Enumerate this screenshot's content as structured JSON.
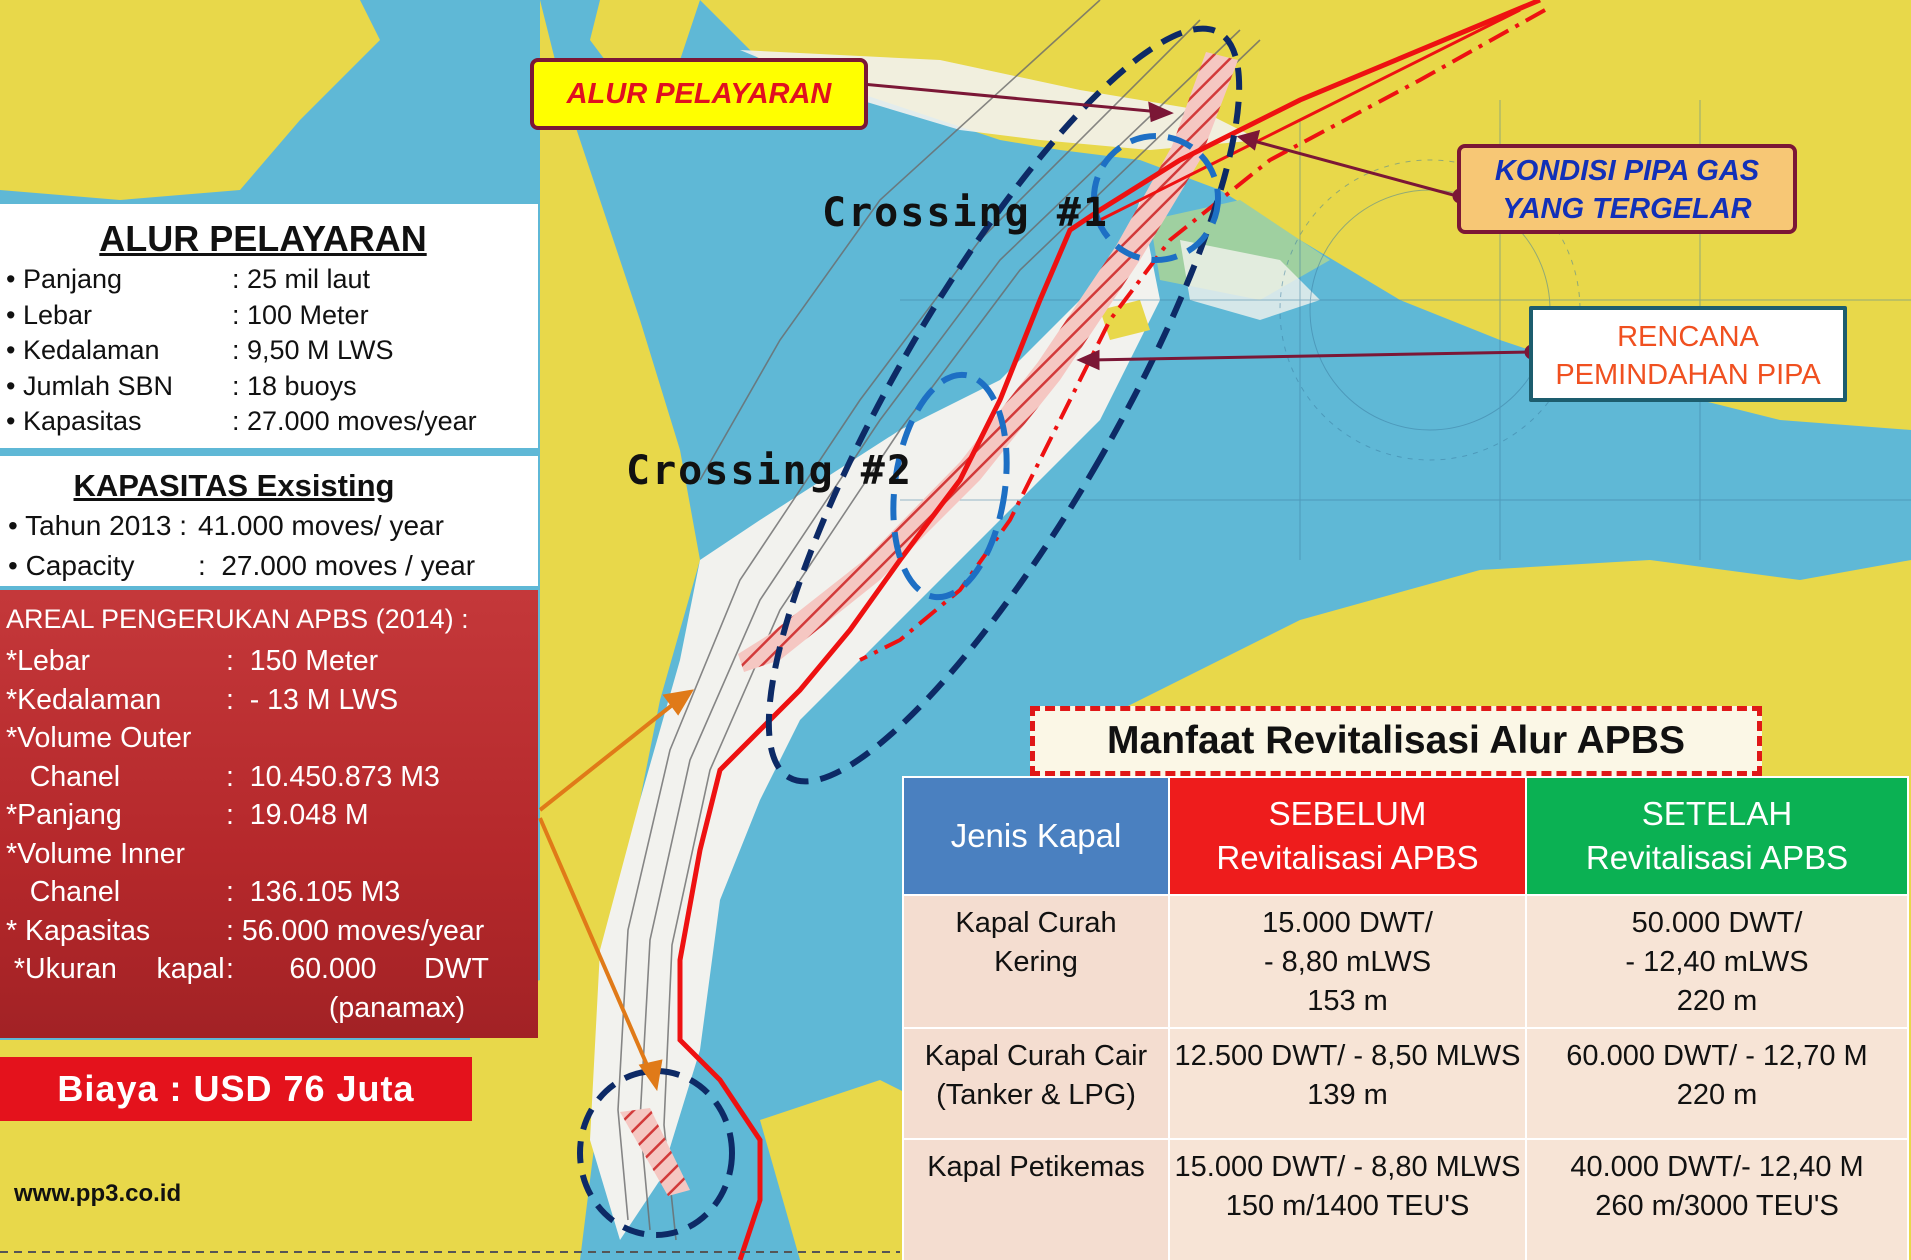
{
  "colors": {
    "sea": "#5fb8d6",
    "land": "#e8d84a",
    "shallow": "#f2f2ee",
    "alur_box_bg": "#ffffff",
    "areal_box_bg": "#b5282b",
    "biaya_bg": "#e4121c",
    "pipeline": "#ee1111",
    "channel_ellipse": "#0d2a66",
    "crossing_ellipse": "#1d6fc4",
    "arrow_callout": "#7b1736",
    "arrow_orange": "#e07a18",
    "header_jenis": "#4a80c0",
    "header_sebelum": "#ee1c1c",
    "header_setelah": "#0bb153"
  },
  "alur_box": {
    "title": "ALUR PELAYARAN",
    "rows": [
      {
        "key": "• Panjang",
        "value": ": 25 mil laut"
      },
      {
        "key": "• Lebar",
        "value": ": 100 Meter"
      },
      {
        "key": "• Kedalaman",
        "value": ": 9,50 M LWS"
      },
      {
        "key": "• Jumlah SBN",
        "value": ": 18 buoys"
      },
      {
        "key": "• Kapasitas",
        "value": ": 27.000 moves/year"
      }
    ]
  },
  "kapasitas_box": {
    "title": "KAPASITAS Exsisting",
    "rows": [
      {
        "key": "• Tahun 2013 :",
        "value": "41.000 moves/ year"
      },
      {
        "key": "• Capacity",
        "value": ":  27.000 moves / year"
      }
    ]
  },
  "areal_box": {
    "title": "AREAL PENGERUKAN APBS (2014) :",
    "rows": [
      {
        "key": "*Lebar",
        "value": ":  150 Meter"
      },
      {
        "key": "*Kedalaman",
        "value": ":  - 13 M LWS"
      },
      {
        "key": "*Volume Outer",
        "value": ""
      },
      {
        "key": "   Chanel",
        "value": ":  10.450.873 M3"
      },
      {
        "key": "*Panjang",
        "value": ":  19.048 M"
      },
      {
        "key": "*Volume Inner",
        "value": ""
      },
      {
        "key": "   Chanel",
        "value": ":  136.105 M3"
      },
      {
        "key": "* Kapasitas",
        "value": ": 56.000 moves/year"
      },
      {
        "key": " *Ukuran     kapal",
        "value": ":       60.000      DWT"
      },
      {
        "key": "",
        "value": "             (panamax)"
      }
    ]
  },
  "biaya": "Biaya : USD 76 Juta",
  "website": "www.pp3.co.id",
  "callouts": {
    "alur": "ALUR PELAYARAN",
    "kondisi_line1": "KONDISI PIPA GAS",
    "kondisi_line2": "YANG TERGELAR",
    "rencana_line1": "RENCANA",
    "rencana_line2": "PEMINDAHAN PIPA"
  },
  "crossings": {
    "c1": "Crossing #1",
    "c2": "Crossing #2"
  },
  "manfaat": {
    "title": "Manfaat Revitalisasi Alur APBS",
    "headers": [
      {
        "line1": "Jenis Kapal",
        "line2": ""
      },
      {
        "line1": "SEBELUM",
        "line2": "Revitalisasi  APBS"
      },
      {
        "line1": "SETELAH",
        "line2": "Revitalisasi  APBS"
      }
    ],
    "rows": [
      {
        "jenis": [
          "Kapal Curah",
          "Kering"
        ],
        "sebelum": [
          "15.000 DWT/",
          "- 8,80 mLWS",
          "153 m"
        ],
        "setelah": [
          "50.000 DWT/",
          "- 12,40 mLWS",
          "220 m"
        ]
      },
      {
        "jenis": [
          "Kapal  Curah Cair",
          "(Tanker & LPG)"
        ],
        "sebelum": [
          "12.500 DWT/ - 8,50 MLWS",
          "139 m"
        ],
        "setelah": [
          "60.000 DWT/  - 12,70 M",
          "220 m"
        ]
      },
      {
        "jenis": [
          "Kapal Petikemas"
        ],
        "sebelum": [
          "15.000 DWT/ - 8,80 MLWS",
          "150 m/1400 TEU'S"
        ],
        "setelah": [
          "40.000 DWT/- 12,40  M",
          "260 m/3000 TEU'S"
        ]
      }
    ]
  }
}
